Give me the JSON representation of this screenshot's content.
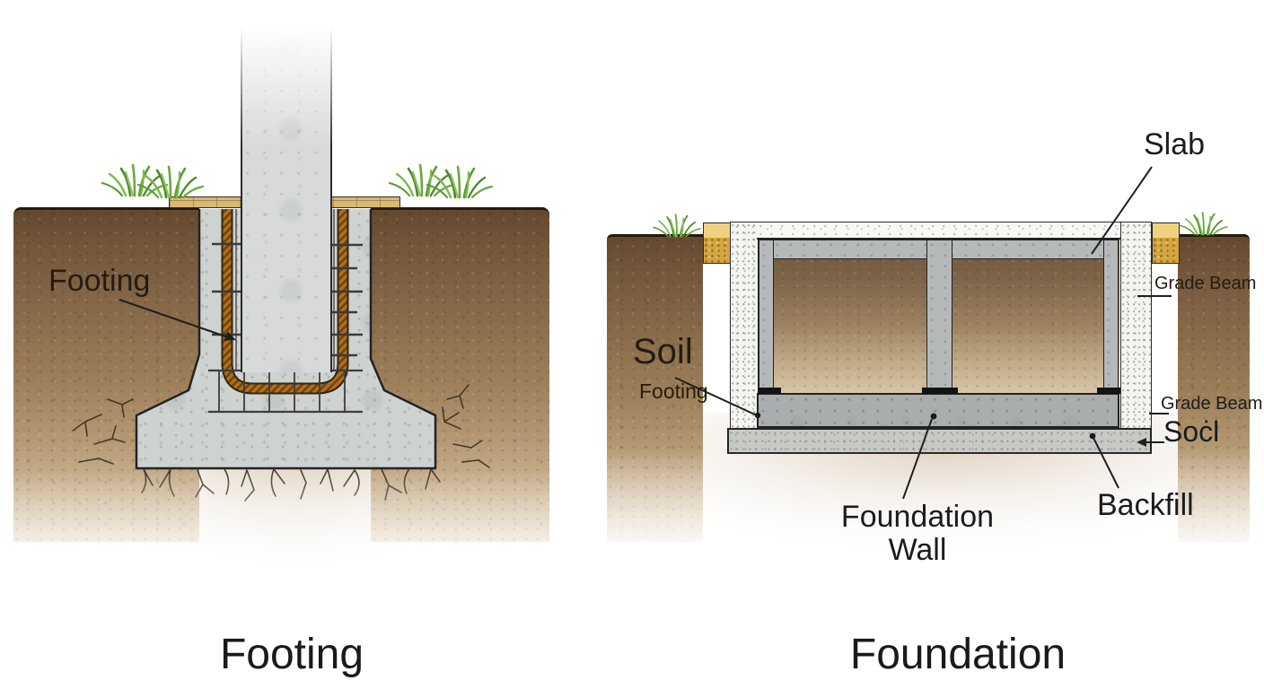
{
  "left_panel": {
    "title": "Footing",
    "labels": {
      "footing_annotation": "Footing"
    }
  },
  "right_panel": {
    "title": "Foundation",
    "labels": {
      "slab": "Slab",
      "grade_beam_upper": "Grade Beam",
      "grade_beam_lower": "Grade Beam",
      "soil_left": "Soil",
      "footing": "Footing",
      "soil_right": "Soċl",
      "backfill": "Backfill",
      "foundation_wall_line1": "Foundation",
      "foundation_wall_line2": "Wall"
    }
  },
  "colors": {
    "concrete": "#ced2d1",
    "concrete_light": "#d7dad9",
    "stippled_wall": "#f4f4f0",
    "frame_gray": "#b6b9ba",
    "soil_dark": "#63492f",
    "soil_light": "#d5c3a4",
    "rebar_orange": "#b06f1e",
    "rebar_outline": "#35250b",
    "wood": "#d9b876",
    "grade_block_yellow": "#eed27f",
    "grade_block_mustard": "#d4a440",
    "grass_green": "#5f9a35",
    "line_dark": "#1f1f1f"
  }
}
